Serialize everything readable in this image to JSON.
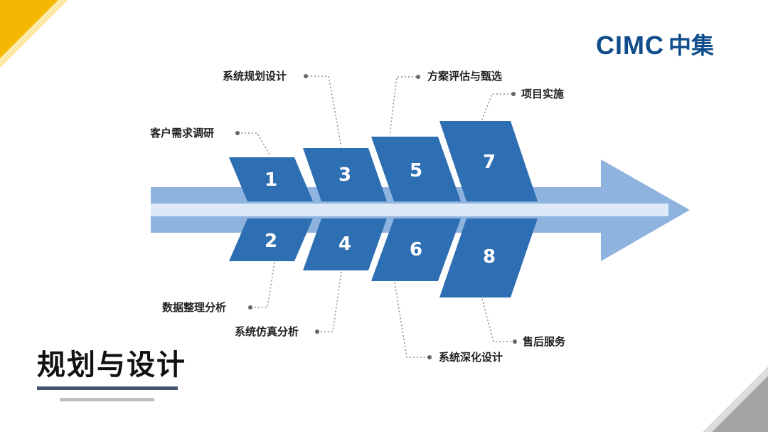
{
  "logo": {
    "en": "CIMC",
    "cn": "中集"
  },
  "title": "规划与设计",
  "steps": [
    {
      "num": "1",
      "label": "客户需求调研"
    },
    {
      "num": "2",
      "label": "数据整理分析"
    },
    {
      "num": "3",
      "label": "系统规划设计"
    },
    {
      "num": "4",
      "label": "系统仿真分析"
    },
    {
      "num": "5",
      "label": "方案评估与甄选"
    },
    {
      "num": "6",
      "label": "系统深化设计"
    },
    {
      "num": "7",
      "label": "项目实施"
    },
    {
      "num": "8",
      "label": "售后服务"
    }
  ],
  "colors": {
    "block": "#2e6fb3",
    "arrow": "#8fb3df",
    "arrow_stripe": "#dde9f6",
    "corner_top": "#f2b700",
    "corner_bottom": "#a3a3a3",
    "underline_dark": "#44546a",
    "underline_light": "#bfbfbf",
    "brand": "#0f4d8c"
  }
}
